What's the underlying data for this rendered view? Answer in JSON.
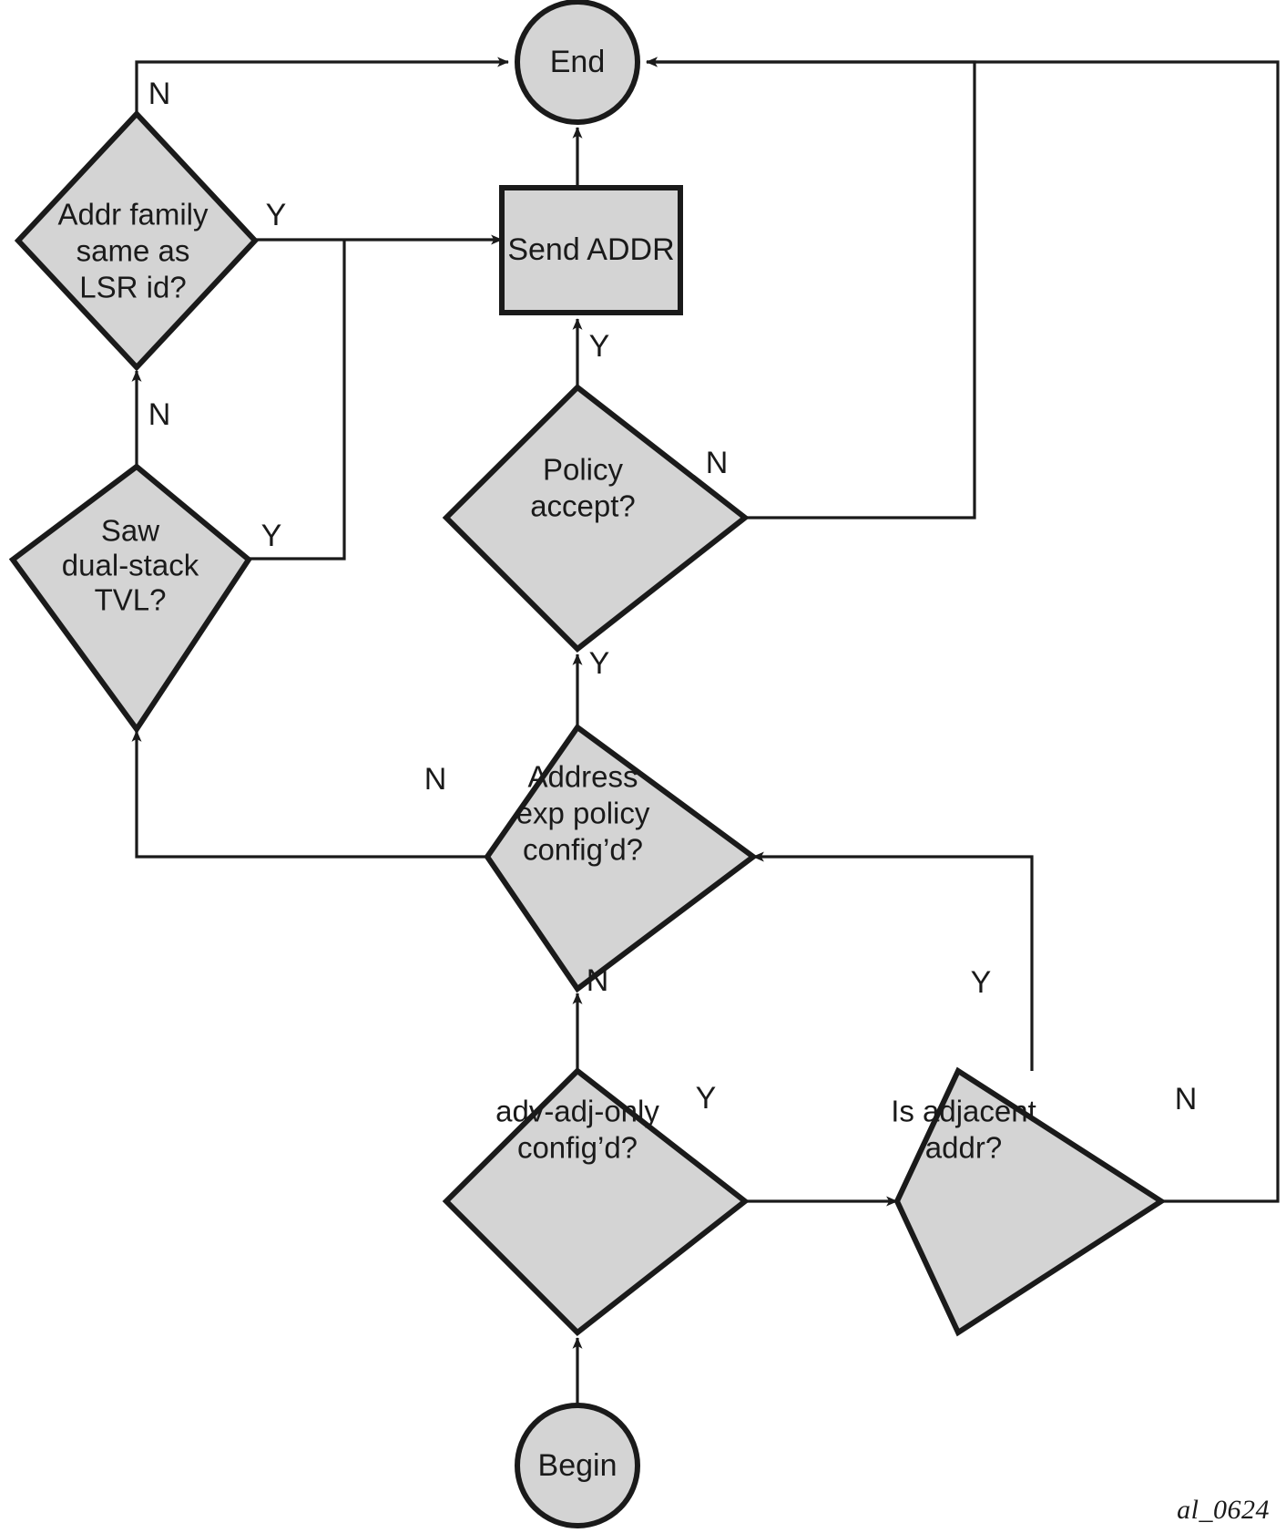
{
  "diagram": {
    "title": "LDP Address Advertisement Decision Flow",
    "caption": "al_0624",
    "colors": {
      "shape_fill": "#d4d4d4",
      "stroke": "#1a1a1a",
      "background": "#ffffff"
    },
    "nodes": [
      {
        "id": "begin",
        "type": "terminator",
        "label": "Begin"
      },
      {
        "id": "end",
        "type": "terminator",
        "label": "End"
      },
      {
        "id": "send_addr",
        "type": "process",
        "label": "Send ADDR"
      },
      {
        "id": "addr_family",
        "type": "decision",
        "label": "Addr family same as LSR id?",
        "lines": [
          "Addr family",
          "same as",
          "LSR id?"
        ]
      },
      {
        "id": "dual_stack",
        "type": "decision",
        "label": "Saw dual-stack TVL?",
        "lines": [
          "Saw",
          "dual-stack",
          "TVL?"
        ]
      },
      {
        "id": "policy_accept",
        "type": "decision",
        "label": "Policy accept?",
        "lines": [
          "Policy",
          "accept?"
        ]
      },
      {
        "id": "addr_exp",
        "type": "decision",
        "label": "Address exp policy config'd?",
        "lines": [
          "Address",
          "exp policy",
          "config’d?"
        ]
      },
      {
        "id": "adv_adj",
        "type": "decision",
        "label": "adv-adj-only config'd?",
        "lines": [
          "adv-adj-only",
          "config’d?"
        ]
      },
      {
        "id": "is_adjacent",
        "type": "decision",
        "label": "Is adjacent addr?",
        "lines": [
          "Is adjacent",
          "addr?"
        ]
      }
    ],
    "edges": [
      {
        "from": "begin",
        "to": "adv_adj",
        "label": ""
      },
      {
        "from": "adv_adj",
        "to": "addr_exp",
        "label": "N"
      },
      {
        "from": "adv_adj",
        "to": "is_adjacent",
        "label": "Y"
      },
      {
        "from": "is_adjacent",
        "to": "addr_exp",
        "label": "Y"
      },
      {
        "from": "is_adjacent",
        "to": "end",
        "label": "N"
      },
      {
        "from": "addr_exp",
        "to": "policy_accept",
        "label": "Y"
      },
      {
        "from": "addr_exp",
        "to": "dual_stack",
        "label": "N"
      },
      {
        "from": "policy_accept",
        "to": "send_addr",
        "label": "Y"
      },
      {
        "from": "policy_accept",
        "to": "end",
        "label": "N"
      },
      {
        "from": "dual_stack",
        "to": "addr_family",
        "label": "N"
      },
      {
        "from": "dual_stack",
        "to": "send_addr",
        "label": "Y"
      },
      {
        "from": "addr_family",
        "to": "send_addr",
        "label": "Y"
      },
      {
        "from": "addr_family",
        "to": "end",
        "label": "N"
      },
      {
        "from": "send_addr",
        "to": "end",
        "label": ""
      }
    ],
    "labels": {
      "begin": "Begin",
      "end": "End",
      "send_addr": "Send ADDR",
      "addr_family_l1": "Addr family",
      "addr_family_l2": "same as",
      "addr_family_l3": "LSR id?",
      "dual_stack_l1": "Saw",
      "dual_stack_l2": "dual-stack",
      "dual_stack_l3": "TVL?",
      "policy_accept_l1": "Policy",
      "policy_accept_l2": "accept?",
      "addr_exp_l1": "Address",
      "addr_exp_l2": "exp policy",
      "addr_exp_l3": "config’d?",
      "adv_adj_l1": "adv-adj-only",
      "adv_adj_l2": "config’d?",
      "is_adjacent_l1": "Is adjacent",
      "is_adjacent_l2": "addr?"
    },
    "edge_labels": {
      "addr_family_n": "N",
      "addr_family_y": "Y",
      "dual_stack_n": "N",
      "dual_stack_y": "Y",
      "policy_accept_y": "Y",
      "policy_accept_n": "N",
      "addr_exp_y": "Y",
      "addr_exp_n": "N",
      "adv_adj_n": "N",
      "adv_adj_y": "Y",
      "is_adjacent_y": "Y",
      "is_adjacent_n": "N"
    }
  }
}
